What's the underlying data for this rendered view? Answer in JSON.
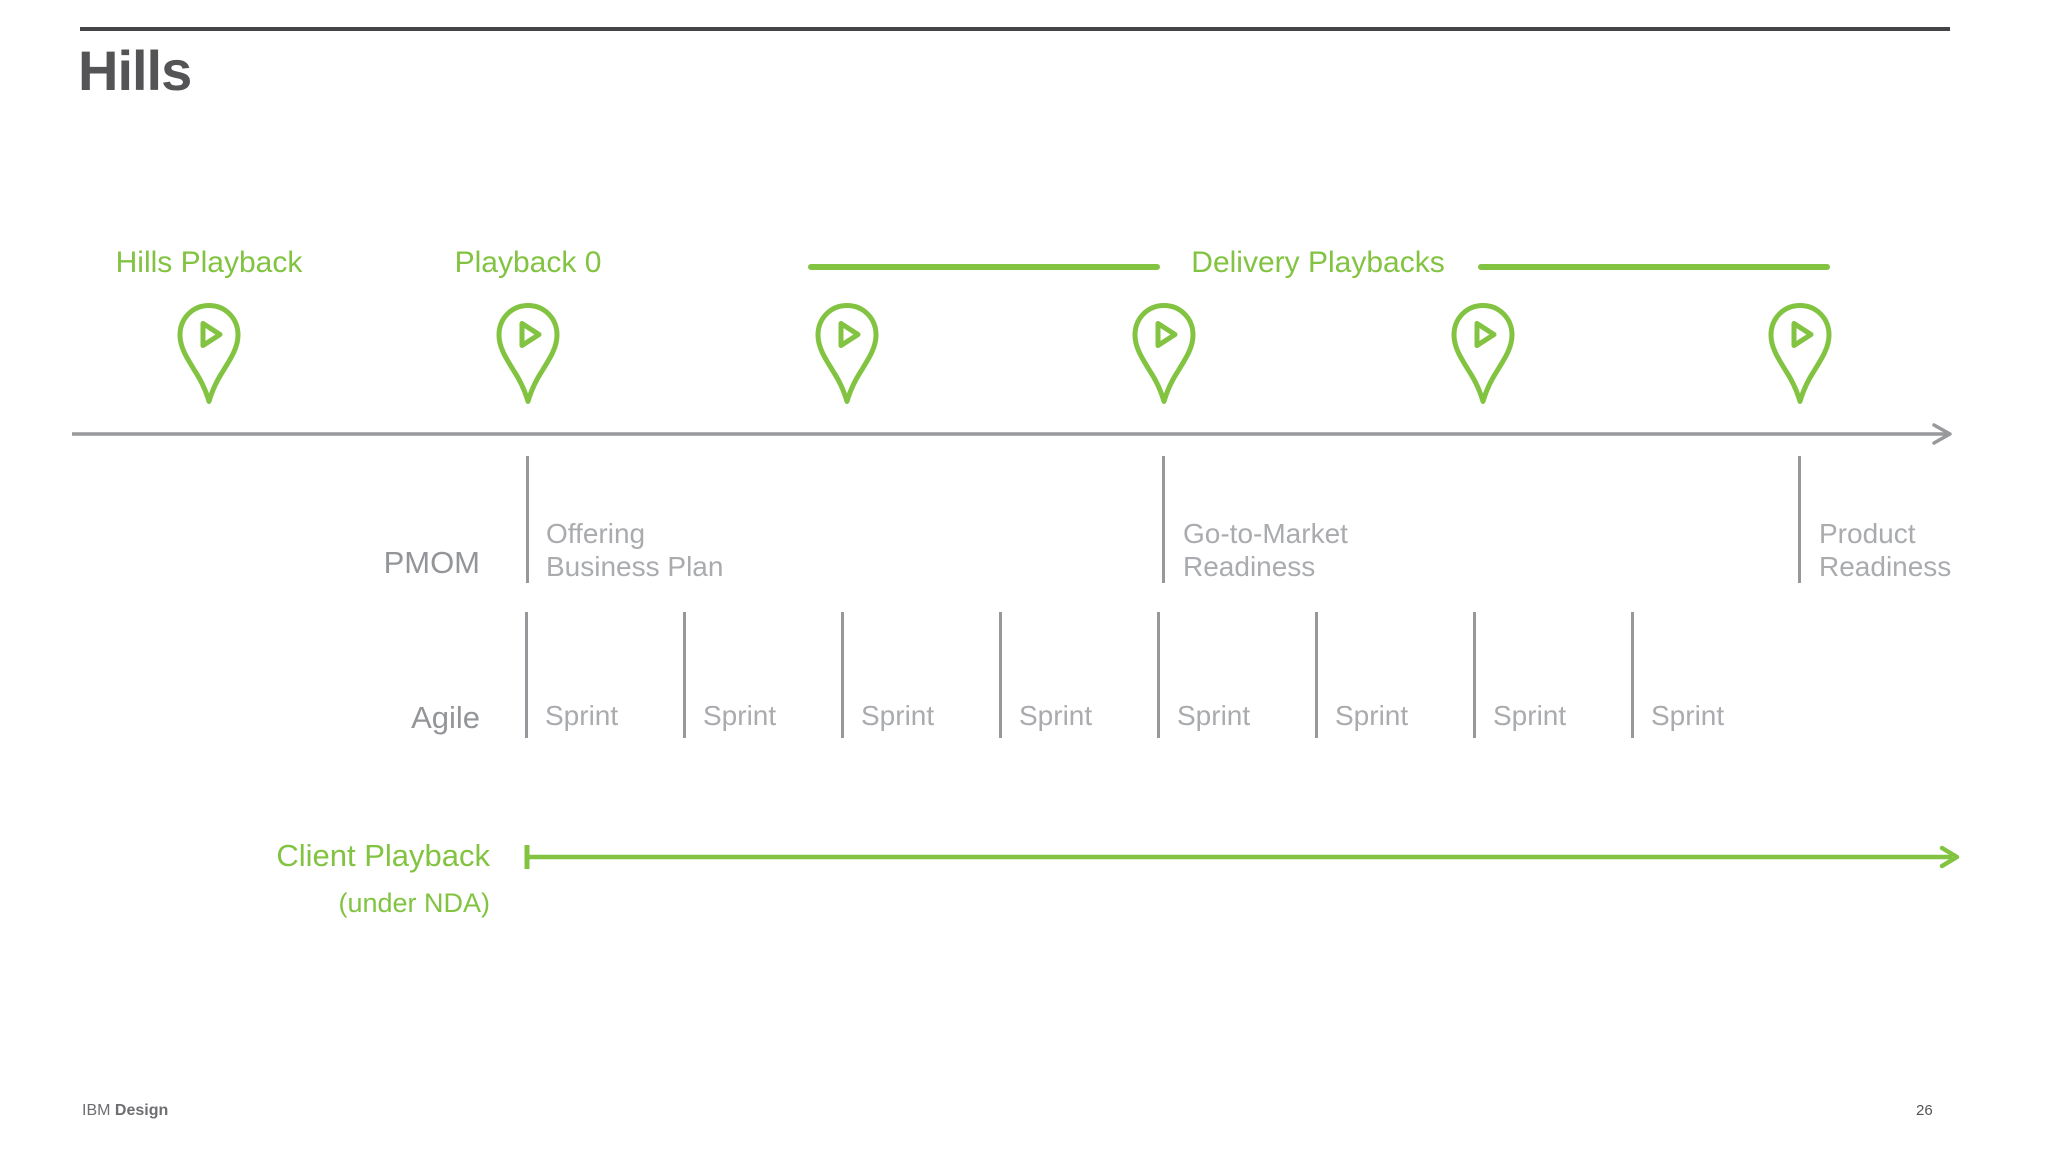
{
  "title": "Hills",
  "colors": {
    "green": "#82C341",
    "dark_rule": "#454547",
    "title_gray": "#545457",
    "timeline_gray": "#97999C",
    "tick_gray": "#96989B",
    "row_label_gray": "#939598",
    "milestone_gray": "#A9ABAE",
    "footer_gray": "#6D6E71"
  },
  "timeline": {
    "marker_icon": "map-pin-play-icon",
    "marker_count": 6,
    "labels": {
      "hills_playback": "Hills Playback",
      "playback_0": "Playback 0",
      "delivery_playbacks": "Delivery Playbacks"
    }
  },
  "rows": {
    "pmom": {
      "label": "PMOM",
      "milestones": [
        {
          "line1": "Offering",
          "line2": "Business Plan"
        },
        {
          "line1": "Go-to-Market",
          "line2": "Readiness"
        },
        {
          "line1": "Product",
          "line2": "Readiness"
        }
      ]
    },
    "agile": {
      "label": "Agile",
      "sprints": [
        "Sprint",
        "Sprint",
        "Sprint",
        "Sprint",
        "Sprint",
        "Sprint",
        "Sprint",
        "Sprint"
      ]
    },
    "client_playback": {
      "label": "Client Playback",
      "sublabel": "(under NDA)"
    }
  },
  "footer": {
    "brand": "IBM",
    "brand_bold": "Design",
    "page_number": "26"
  }
}
